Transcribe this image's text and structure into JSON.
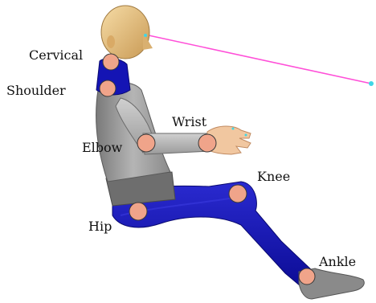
{
  "labels": {
    "cervical": "Cervical",
    "shoulder": "Shoulder",
    "wrist": "Wrist",
    "elbow": "Elbow",
    "knee": "Knee",
    "hip": "Hip",
    "ankle": "Ankle"
  },
  "colors": {
    "joint_fill": "#f0a48a",
    "joint_stroke": "#3a3a3a",
    "legs": "#1414b4",
    "torso": "#9c9c9c",
    "arm": "#b8b8b8",
    "head": "#e9c88a",
    "sight_line": "#ff4fd8",
    "shoe": "#8a8a8a"
  }
}
